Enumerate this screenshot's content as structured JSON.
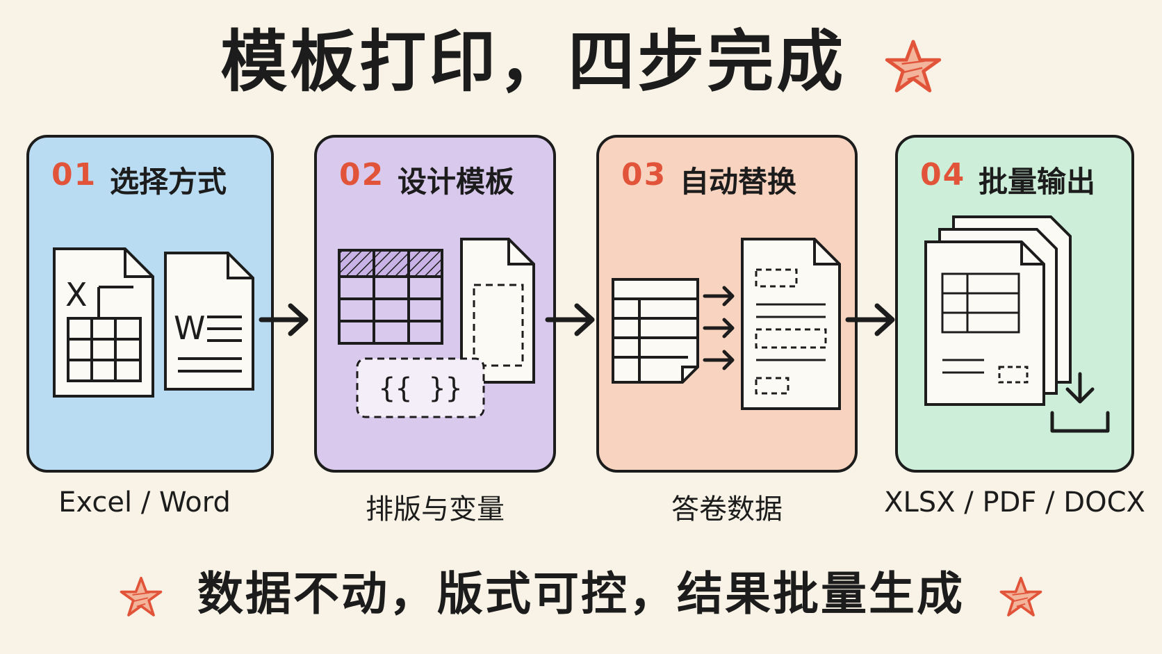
{
  "title": "模板打印，四步完成",
  "steps": [
    {
      "number": "01",
      "heading": "选择方式",
      "caption": "Excel / Word",
      "color": "#b9dcf3",
      "icon_label_excel": "X",
      "icon_label_word": "W"
    },
    {
      "number": "02",
      "heading": "设计模板",
      "caption": "排版与变量",
      "color": "#d9c9ec",
      "placeholder": "{{   }}"
    },
    {
      "number": "03",
      "heading": "自动替换",
      "caption": "答卷数据",
      "color": "#f8d4c0"
    },
    {
      "number": "04",
      "heading": "批量输出",
      "caption": "XLSX / PDF / DOCX",
      "color": "#cdeed8"
    }
  ],
  "footer": "数据不动，版式可控，结果批量生成",
  "accent_color": "#e2543a",
  "icons": [
    "star-icon",
    "excel-file-icon",
    "word-file-icon",
    "table-template-icon",
    "document-icon",
    "variable-placeholder-icon",
    "arrow-right-icon",
    "stacked-documents-icon",
    "download-icon"
  ]
}
